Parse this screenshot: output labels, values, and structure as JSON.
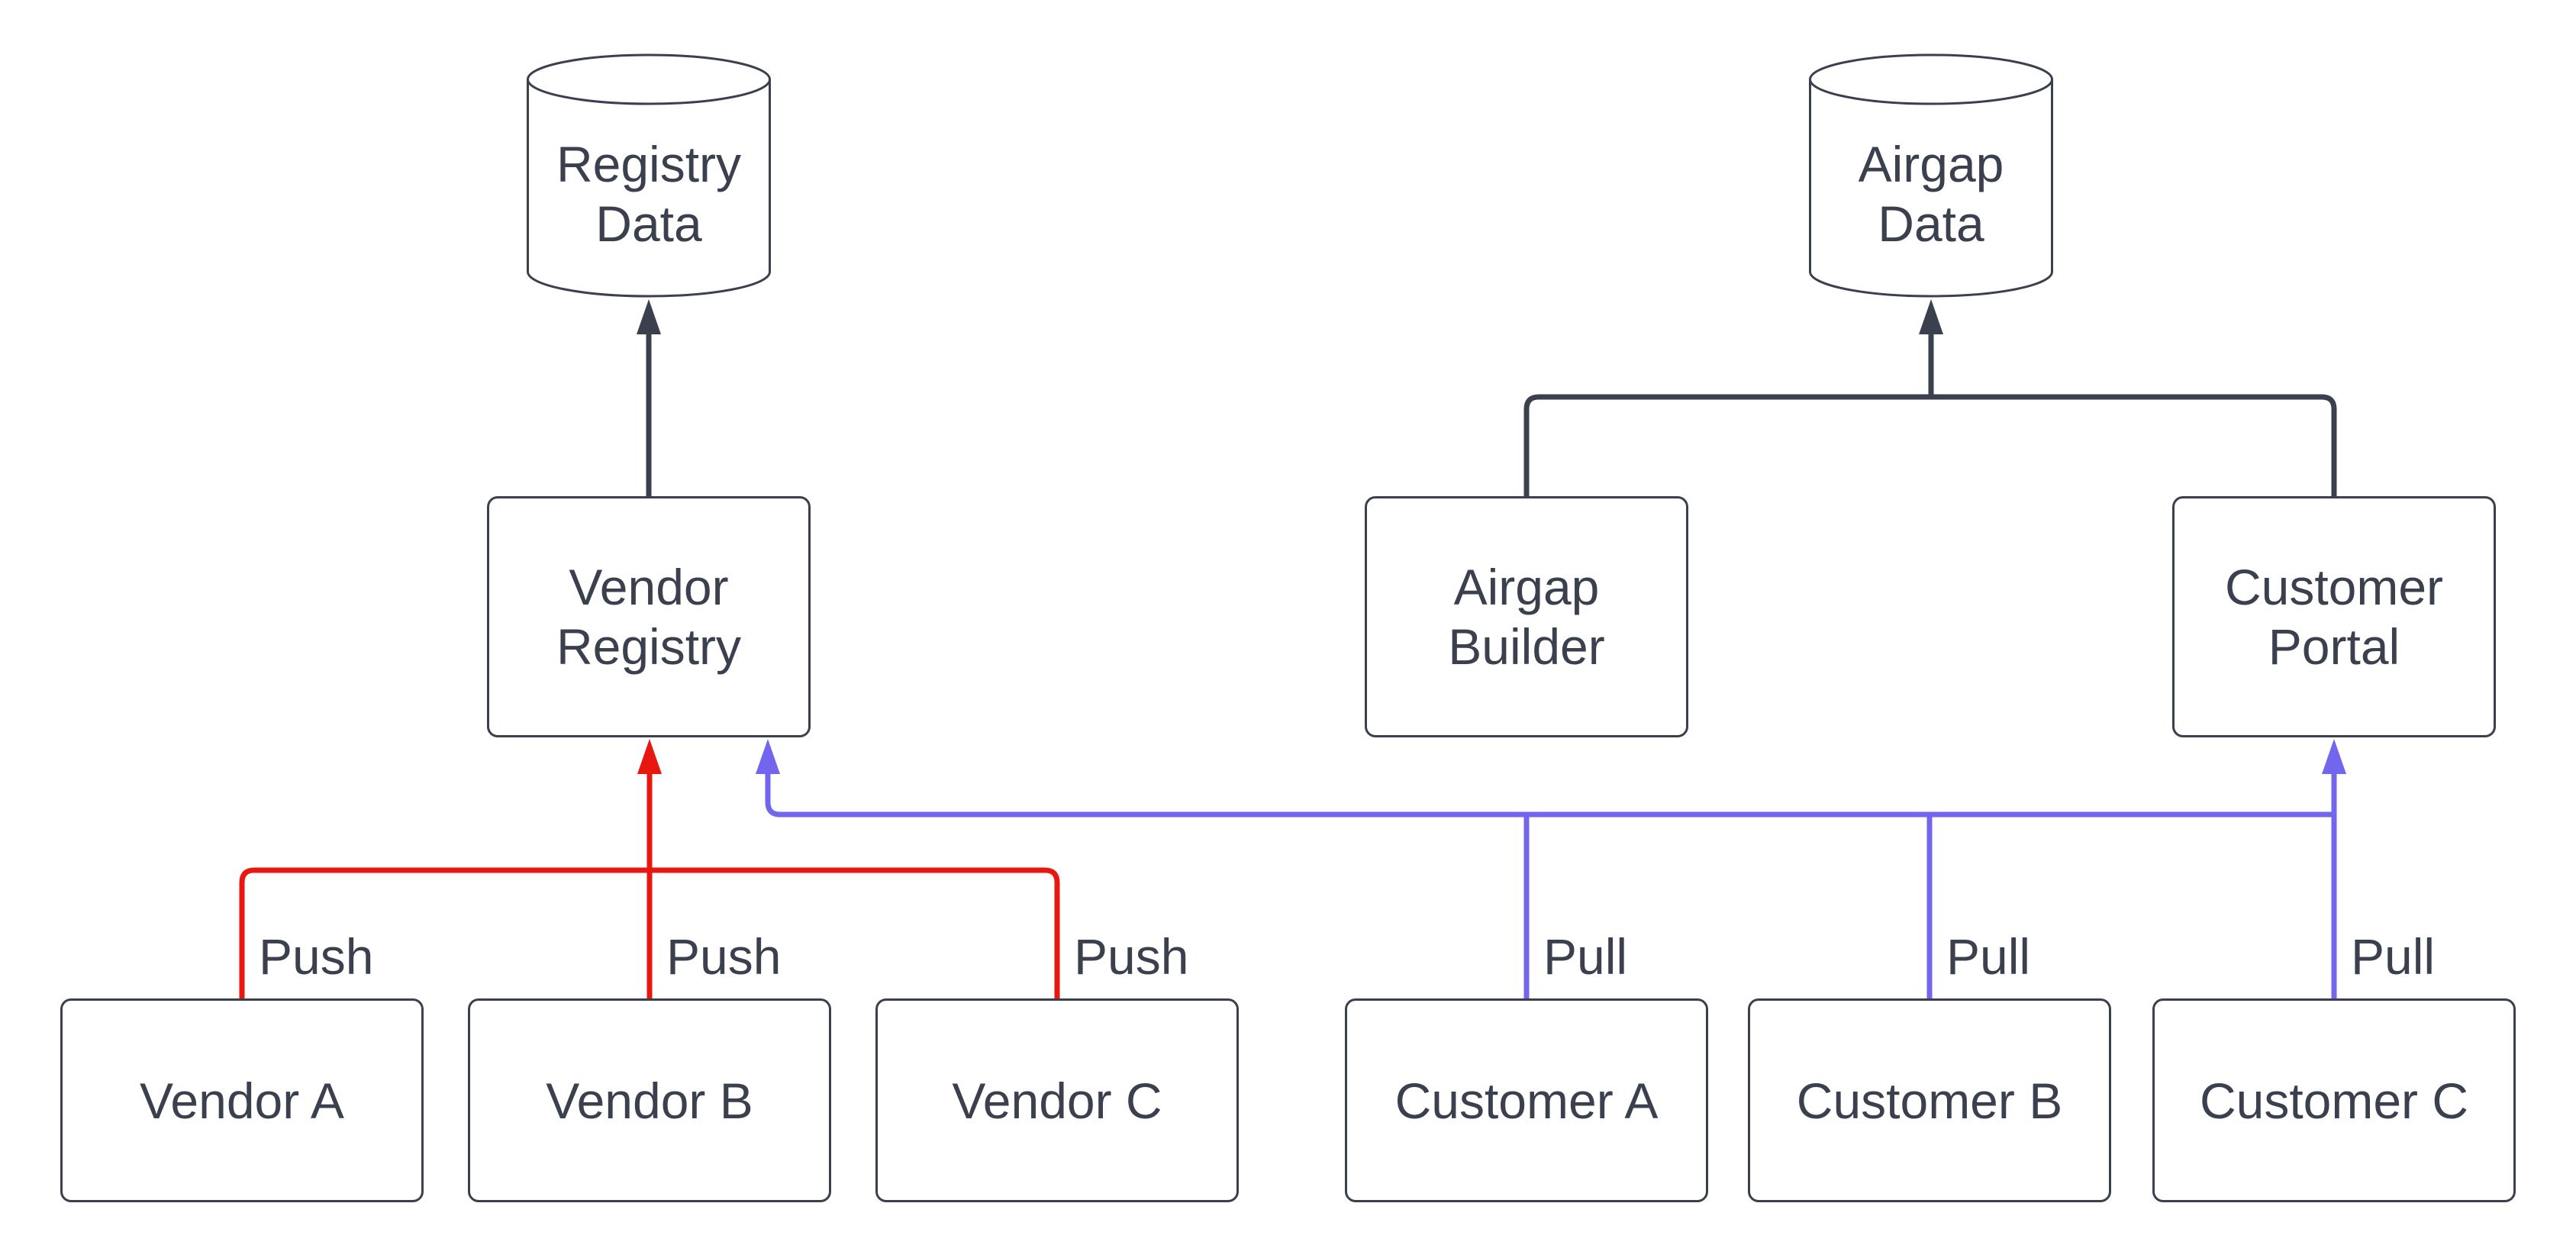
{
  "colors": {
    "dark": "#3a404e",
    "push": "#e81710",
    "pull": "#7366ee",
    "node_fill": "#ffffff",
    "canvas": "#ffffff"
  },
  "nodes": {
    "registry_data": {
      "label": "Registry\nData",
      "shape": "cylinder"
    },
    "airgap_data": {
      "label": "Airgap\nData",
      "shape": "cylinder"
    },
    "vendor_registry": {
      "label": "Vendor\nRegistry",
      "shape": "rounded-box"
    },
    "airgap_builder": {
      "label": "Airgap\nBuilder",
      "shape": "rounded-box"
    },
    "customer_portal": {
      "label": "Customer\nPortal",
      "shape": "rounded-box"
    },
    "vendor_a": {
      "label": "Vendor A",
      "shape": "rounded-box"
    },
    "vendor_b": {
      "label": "Vendor B",
      "shape": "rounded-box"
    },
    "vendor_c": {
      "label": "Vendor C",
      "shape": "rounded-box"
    },
    "customer_a": {
      "label": "Customer A",
      "shape": "rounded-box"
    },
    "customer_b": {
      "label": "Customer B",
      "shape": "rounded-box"
    },
    "customer_c": {
      "label": "Customer C",
      "shape": "rounded-box"
    }
  },
  "edge_labels": {
    "push": "Push",
    "pull": "Pull"
  },
  "edges": {
    "storage": [
      {
        "from": "Vendor Registry",
        "to": "Registry Data",
        "color_key": "dark"
      },
      {
        "from": "Airgap Builder",
        "to": "Airgap Data",
        "color_key": "dark"
      },
      {
        "from": "Customer Portal",
        "to": "Airgap Data",
        "color_key": "dark"
      }
    ],
    "push_bus": {
      "sources": [
        "Vendor A",
        "Vendor B",
        "Vendor C"
      ],
      "targets": [
        "Vendor Registry"
      ],
      "label": "Push",
      "color_key": "push"
    },
    "pull_bus": {
      "sources": [
        "Customer A",
        "Customer B",
        "Customer C"
      ],
      "targets": [
        "Vendor Registry",
        "Customer Portal"
      ],
      "label": "Pull",
      "color_key": "pull"
    }
  }
}
